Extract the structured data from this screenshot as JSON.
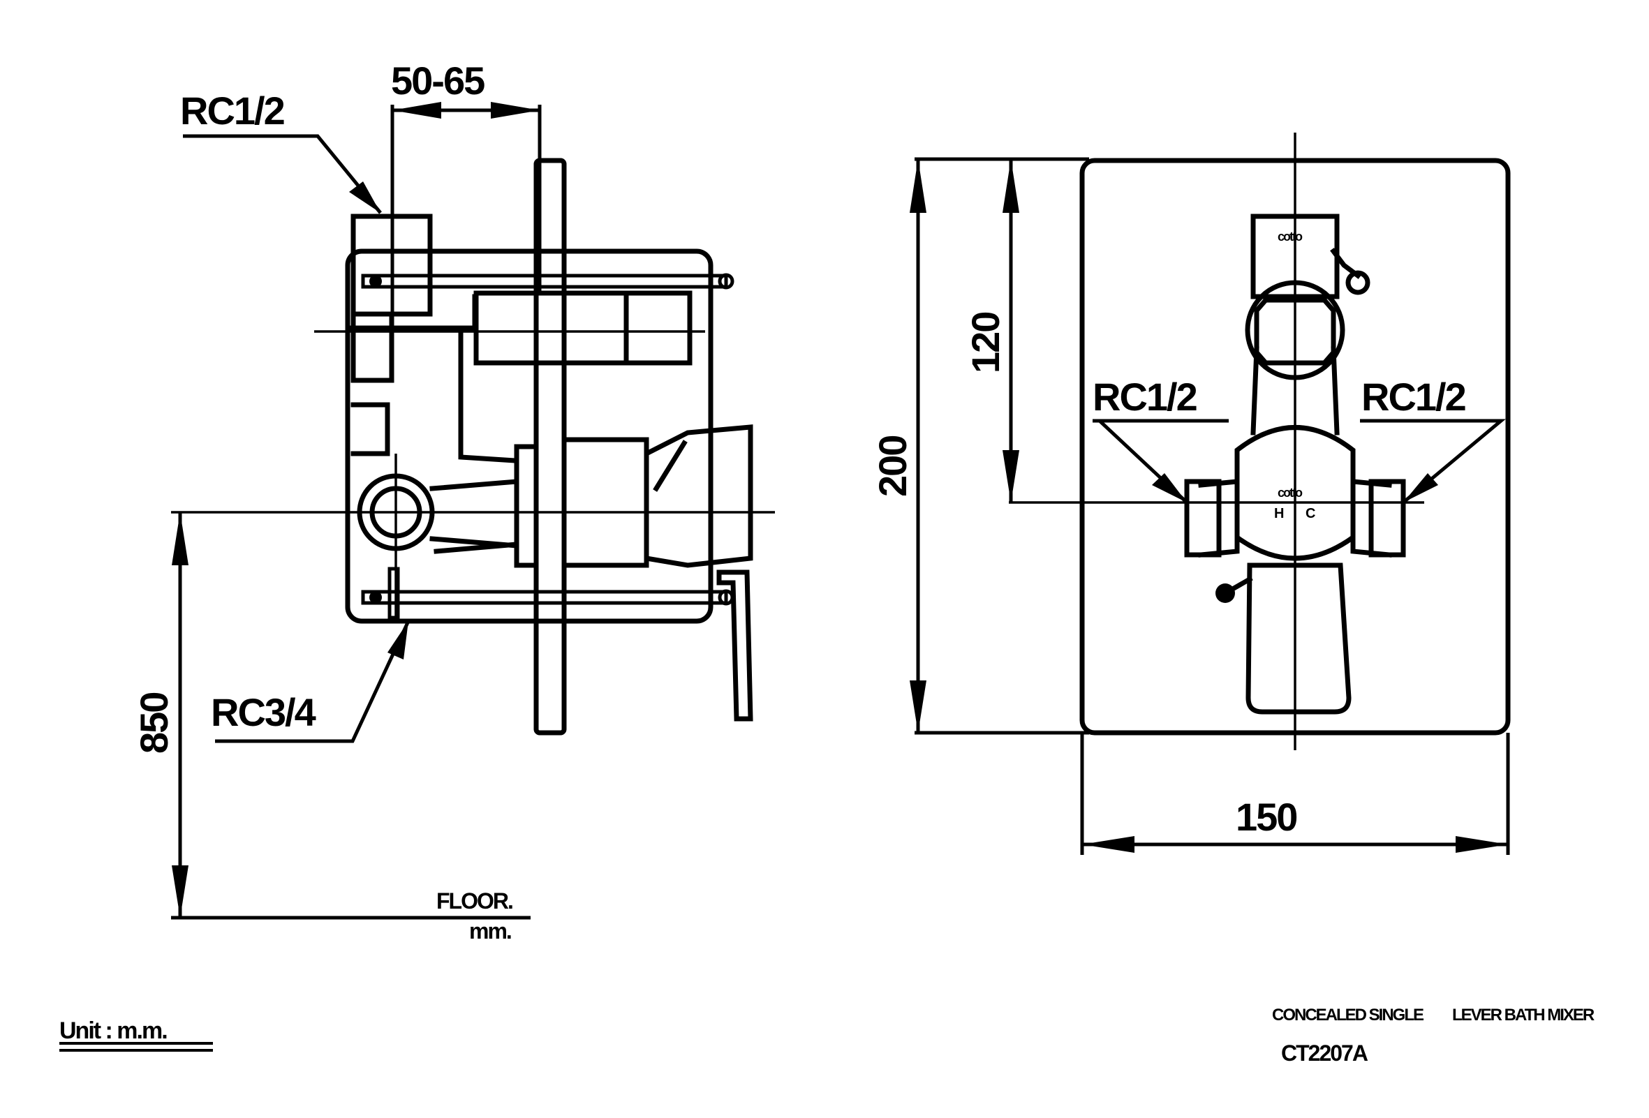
{
  "units_note": "Unit : m.m.",
  "floor_label": "FLOOR.",
  "mm_label": "mm.",
  "product": {
    "description_1": "CONCEALED SINGLE",
    "description_2": "LEVER BATH MIXER",
    "model": "CT2207A"
  },
  "side_view": {
    "dim_depth": "50-65",
    "inlet_top": "RC1/2",
    "outlet_bottom": "RC3/4",
    "height_from_floor": "850"
  },
  "front_view": {
    "plate_height": "200",
    "inlet_spacing": "120",
    "plate_width": "150",
    "inlet_left": "RC1/2",
    "inlet_right": "RC1/2",
    "logo": "cotto",
    "hot_mark": "H",
    "cold_mark": "C"
  }
}
